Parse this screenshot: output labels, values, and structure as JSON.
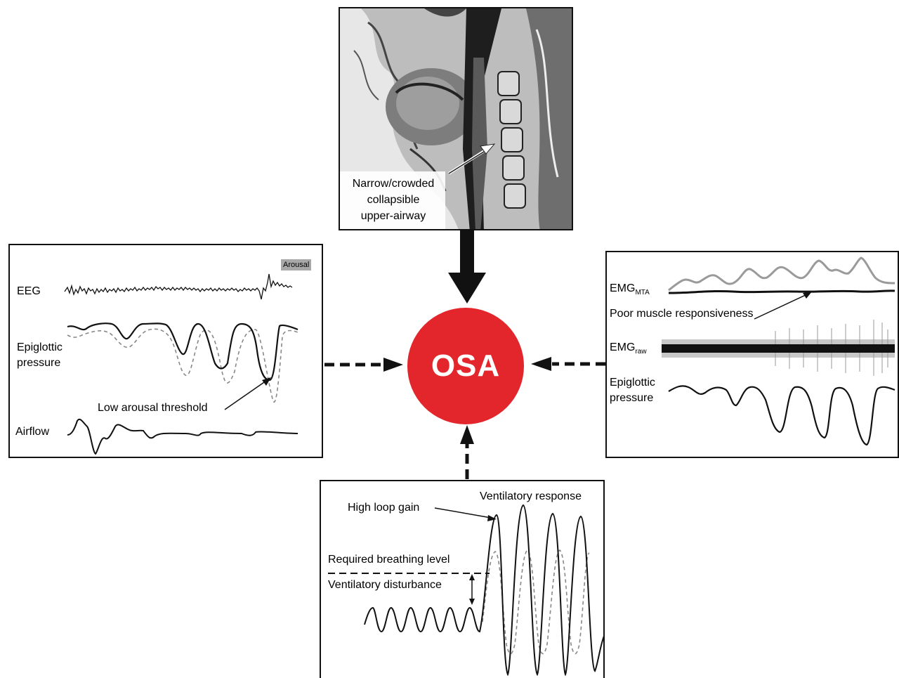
{
  "center": {
    "label": "OSA",
    "color": "#e3262c"
  },
  "airway_panel": {
    "caption_lines": [
      "Narrow/crowded",
      "collapsible",
      "upper-airway"
    ]
  },
  "arousal_panel": {
    "tag": "Arousal",
    "eeg_label": "EEG",
    "epiglottic_label_1": "Epiglottic",
    "epiglottic_label_2": "pressure",
    "threshold_label": "Low arousal threshold",
    "airflow_label": "Airflow"
  },
  "muscle_panel": {
    "emg_mta_main": "EMG",
    "emg_mta_sub": "MTA",
    "responsiveness_label": "Poor muscle responsiveness",
    "emg_raw_main": "EMG",
    "emg_raw_sub": "raw",
    "epiglottic_label_1": "Epiglottic",
    "epiglottic_label_2": "pressure"
  },
  "loopgain_panel": {
    "high_loop_gain": "High loop gain",
    "ventilatory_response": "Ventilatory response",
    "required_breathing": "Required breathing level",
    "ventilatory_disturbance": "Ventilatory disturbance"
  },
  "colors": {
    "trace": "#111111",
    "dashed_trace": "#888888",
    "emg_light": "#9a9a9a"
  }
}
